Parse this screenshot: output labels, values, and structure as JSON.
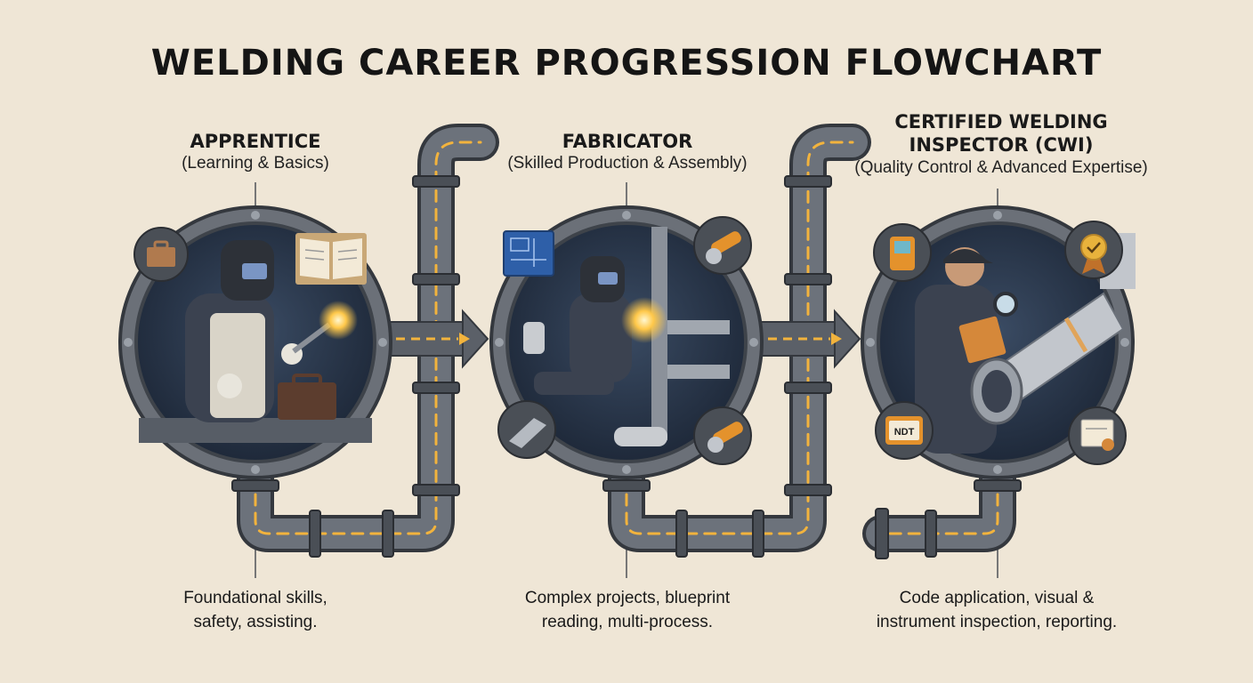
{
  "title": "WELDING CAREER PROGRESSION FLOWCHART",
  "stages": [
    {
      "name": "APPRENTICE",
      "subtitle": "(Learning & Basics)",
      "description_line1": "Foundational skills,",
      "description_line2": "safety, assisting."
    },
    {
      "name": "FABRICATOR",
      "subtitle": "(Skilled Production & Assembly)",
      "description_line1": "Complex projects, blueprint",
      "description_line2": "reading, multi-process."
    },
    {
      "name_line1": "CERTIFIED WELDING",
      "name_line2": "INSPECTOR (CWI)",
      "subtitle": "(Quality Control & Advanced Expertise)",
      "description_line1": "Code application, visual &",
      "description_line2": "instrument inspection, reporting."
    }
  ],
  "badges": {
    "ndt_label": "NDT"
  },
  "colors": {
    "background": "#efe6d6",
    "pipe": "#5b6068",
    "pipe_dark": "#3e434a",
    "flow_dash": "#f2b33d",
    "porthole_fill": "#28354a"
  },
  "icons": [
    "toolbox-icon",
    "open-book-icon",
    "blueprint-icon",
    "angle-grinder-icon",
    "steel-angle-icon",
    "diagnostic-device-icon",
    "award-medal-icon",
    "ndt-device-icon",
    "certificate-icon",
    "flow-arrow-icon"
  ]
}
